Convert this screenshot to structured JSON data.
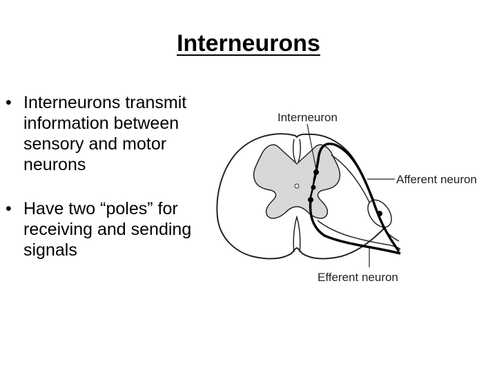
{
  "slide": {
    "title": "Interneurons",
    "bullets": [
      "Interneurons transmit information between sensory and motor neurons",
      "Have two “poles” for receiving and sending signals"
    ]
  },
  "diagram": {
    "labels": {
      "interneuron": "Interneuron",
      "afferent": "Afferent neuron",
      "efferent": "Efferent neuron"
    },
    "colors": {
      "gray_matter": "#d8d8d8",
      "outline": "#222222"
    }
  }
}
